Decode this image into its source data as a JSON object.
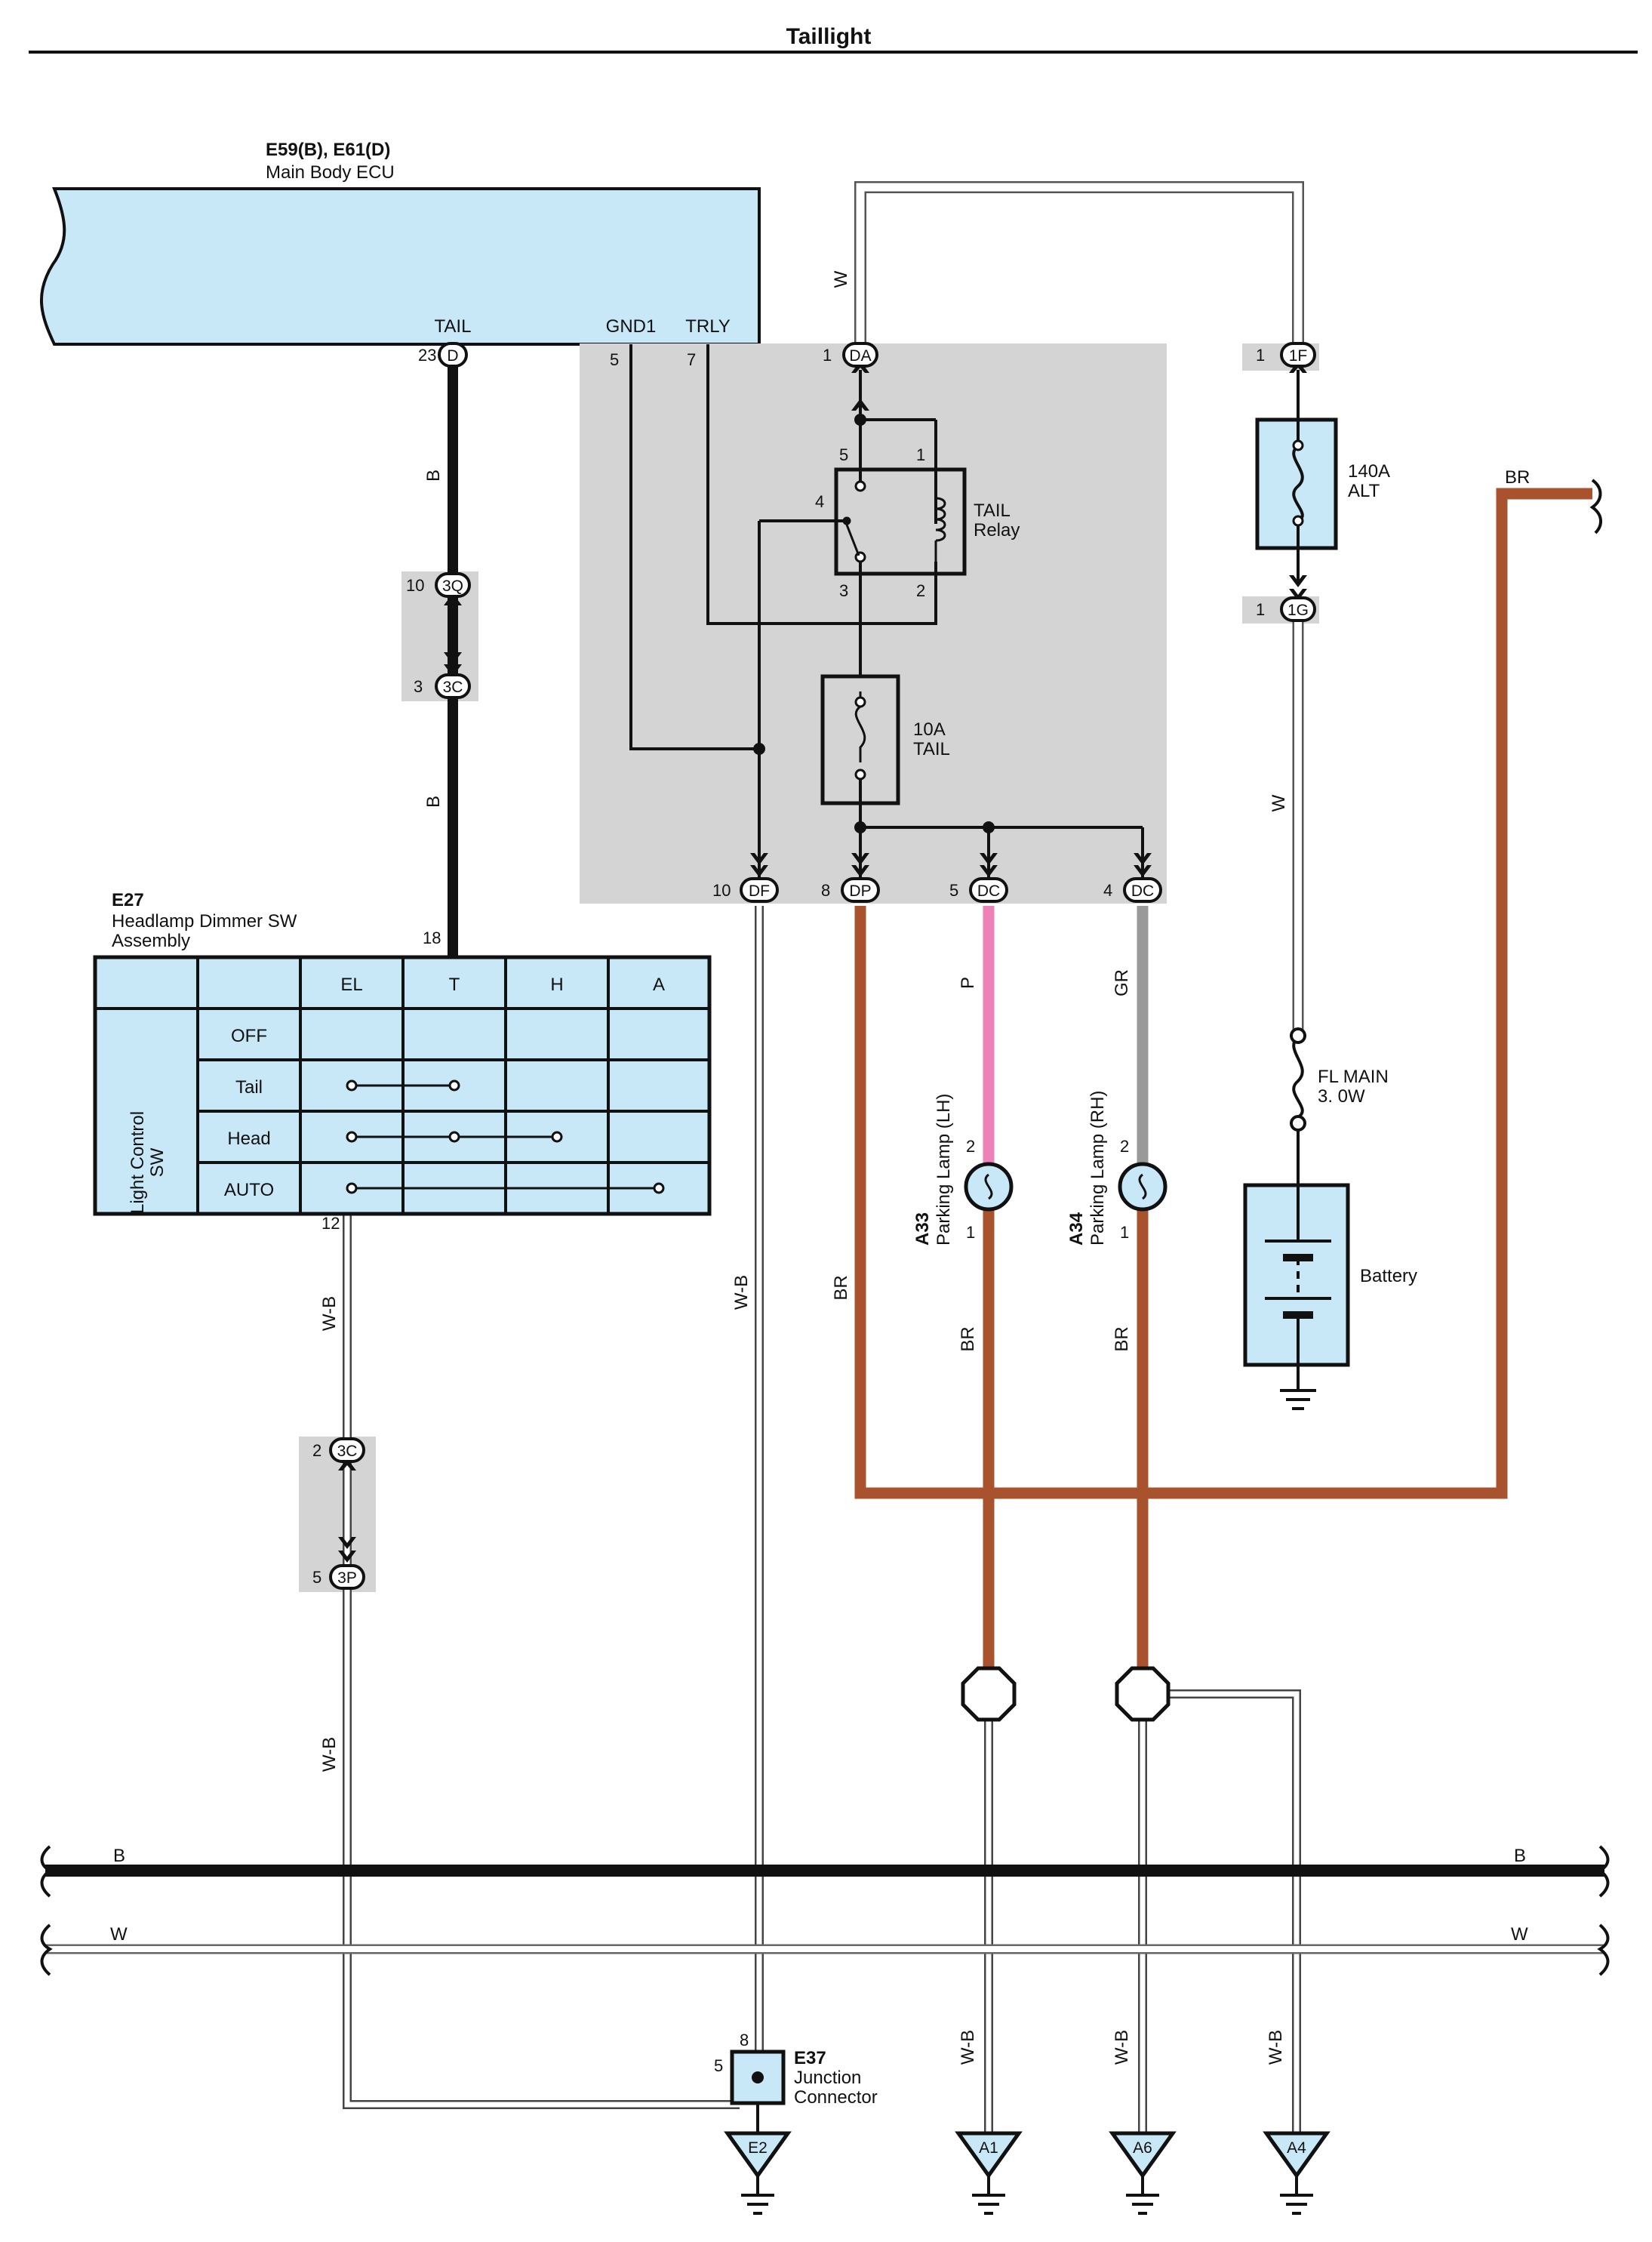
{
  "title": "Taillight",
  "ecu": {
    "code": "E59(B), E61(D)",
    "name": "Main Body ECU",
    "pins": [
      "TAIL",
      "GND1",
      "TRLY"
    ]
  },
  "relay": {
    "name_line1": "TAIL",
    "name_line2": "Relay"
  },
  "fuse_tail": {
    "line1": "10A",
    "line2": "TAIL"
  },
  "fuse_alt": {
    "line1": "140A",
    "line2": "ALT"
  },
  "fuse_main": {
    "line1": "FL MAIN",
    "line2": "3. 0W"
  },
  "battery": {
    "label": "Battery"
  },
  "switch": {
    "code": "E27",
    "name_line1": "Headlamp Dimmer SW",
    "name_line2": "Assembly",
    "row_header_line1": "Light Control",
    "row_header_line2": "SW",
    "columns": [
      "EL",
      "T",
      "H",
      "A"
    ],
    "rows": [
      "OFF",
      "Tail",
      "Head",
      "AUTO"
    ]
  },
  "lamps": [
    {
      "code": "A33",
      "name": "Parking Lamp (LH)"
    },
    {
      "code": "A34",
      "name": "Parking Lamp (RH)"
    }
  ],
  "junction": {
    "code": "E37",
    "line1": "Junction",
    "line2": "Connector"
  },
  "grounds": [
    "E2",
    "A1",
    "A6",
    "A4"
  ],
  "connectors": [
    "D",
    "DA",
    "1F",
    "1G",
    "3Q",
    "3C",
    "3C",
    "3P",
    "DF",
    "DP",
    "DC",
    "DC"
  ],
  "pin_numbers": [
    "23",
    "5",
    "7",
    "1",
    "5",
    "1",
    "4",
    "3",
    "2",
    "1",
    "1",
    "10",
    "3",
    "18",
    "10",
    "8",
    "5",
    "4",
    "12",
    "2",
    "5",
    "2",
    "1",
    "2",
    "1",
    "8",
    "5"
  ],
  "wire_colors": [
    "B",
    "B",
    "W",
    "W",
    "BR",
    "P",
    "GR",
    "W-B",
    "W-B",
    "W-B",
    "BR",
    "BR",
    "BR",
    "B",
    "B",
    "W",
    "W",
    "W-B",
    "W-B",
    "W-B"
  ],
  "colors": {
    "ecu_fill": "#c8e8f8",
    "junction_block": "#d4d4d4",
    "wire_br": "#a9532e",
    "wire_p": "#ee82b8",
    "wire_gr": "#999999",
    "wire_b": "#111111"
  }
}
